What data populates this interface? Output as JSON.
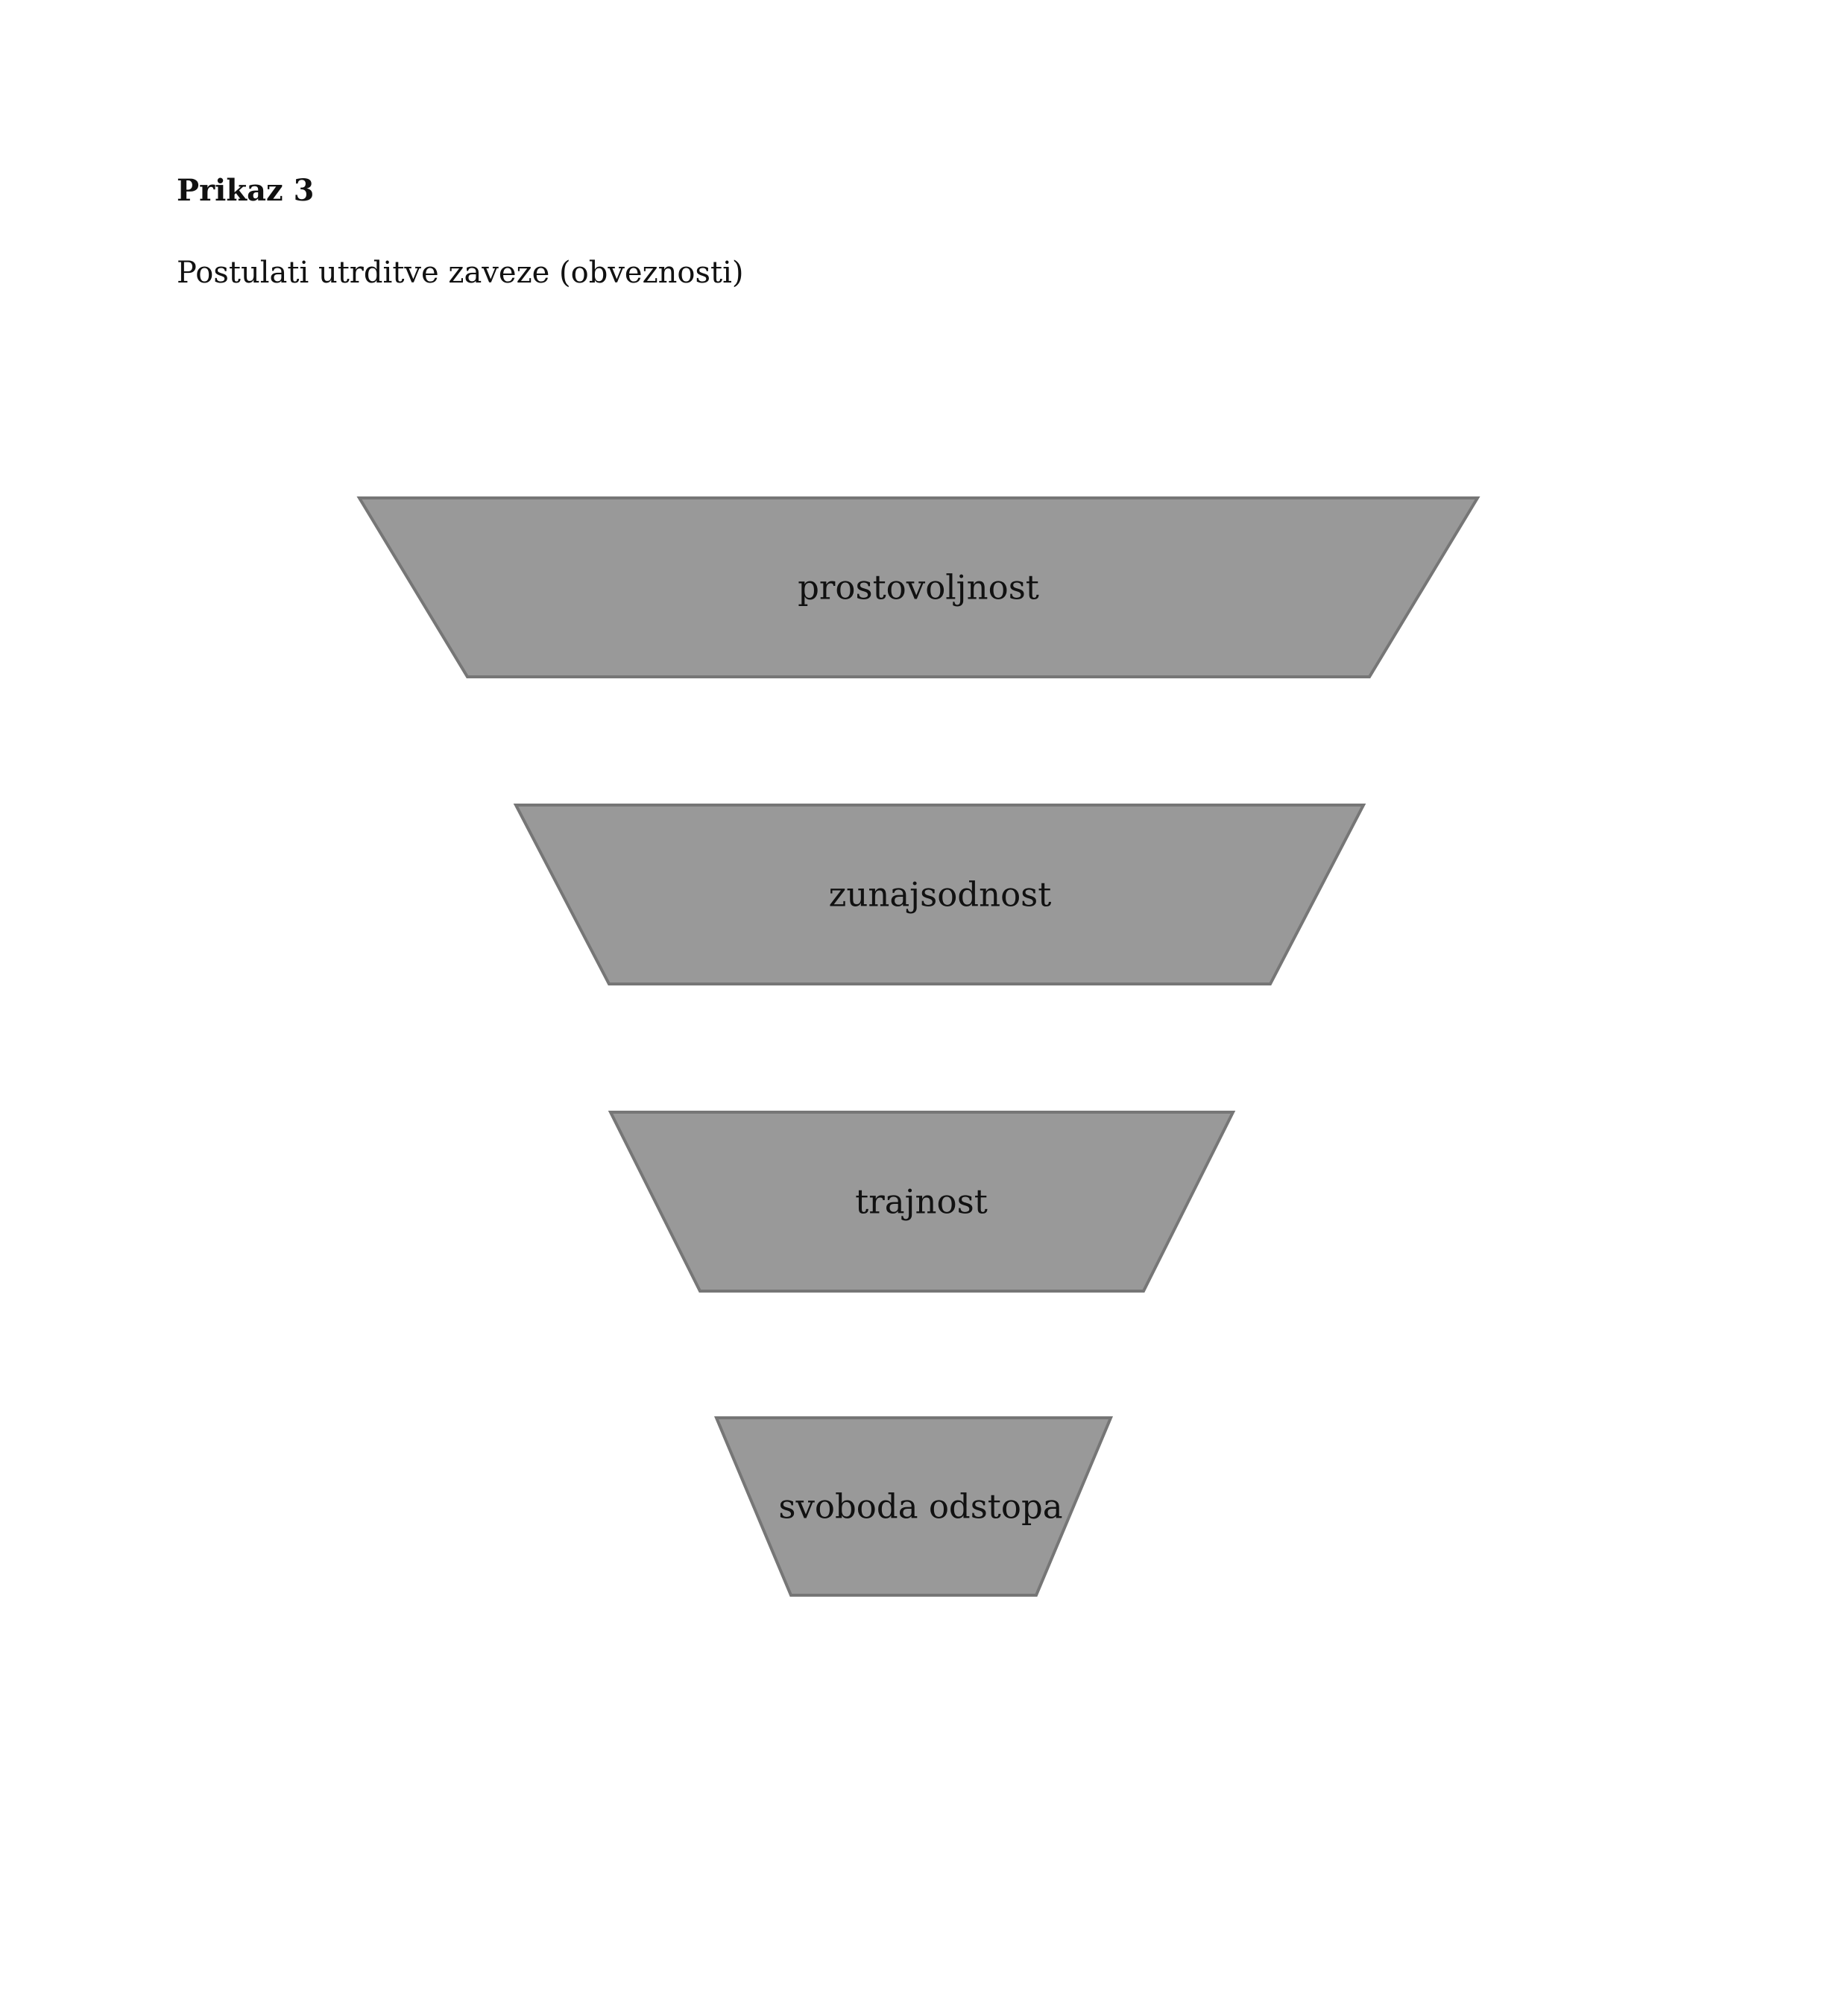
{
  "figure": {
    "label": "Prikaz 3",
    "caption": "Postulati utrditve zaveze (obveznosti)"
  },
  "diagram": {
    "fill_color": "#999999",
    "stroke_color": "#767676",
    "levels": [
      {
        "label": "prostovoljnost"
      },
      {
        "label": "zunajsodnost"
      },
      {
        "label": "trajnost"
      },
      {
        "label": "svoboda odstopa"
      }
    ]
  }
}
